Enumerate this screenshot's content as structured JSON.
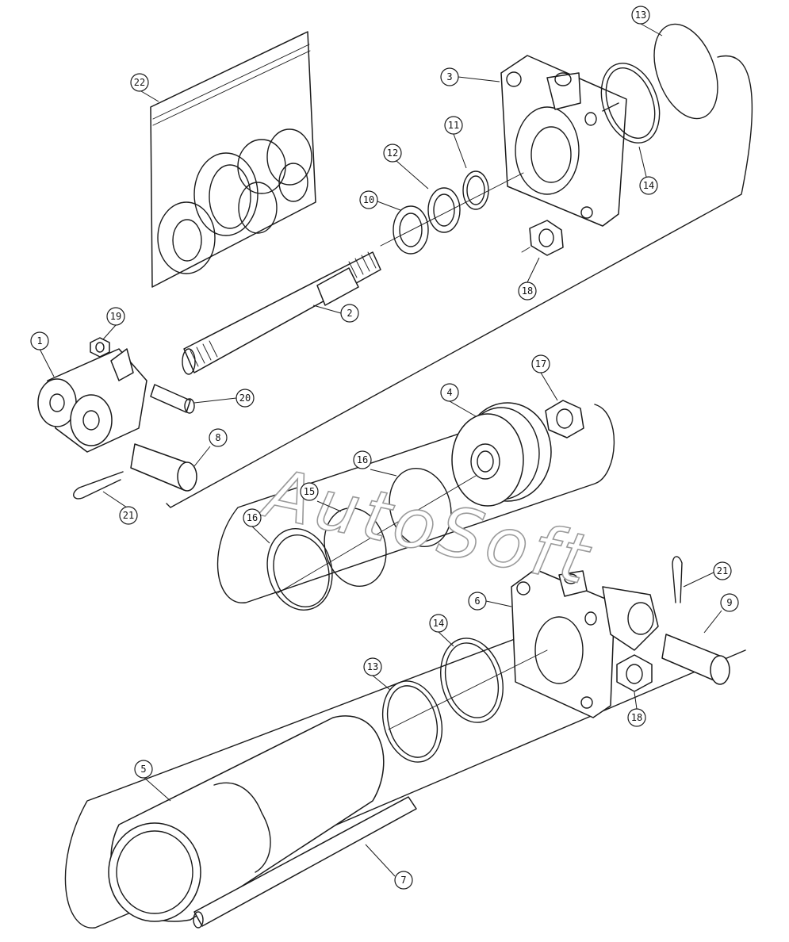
{
  "watermark": "AutoSoft",
  "callouts": [
    {
      "id": "c1",
      "label": "1"
    },
    {
      "id": "c2",
      "label": "2"
    },
    {
      "id": "c3",
      "label": "3"
    },
    {
      "id": "c4",
      "label": "4"
    },
    {
      "id": "c5",
      "label": "5"
    },
    {
      "id": "c6",
      "label": "6"
    },
    {
      "id": "c7",
      "label": "7"
    },
    {
      "id": "c8",
      "label": "8"
    },
    {
      "id": "c9",
      "label": "9"
    },
    {
      "id": "c10",
      "label": "10"
    },
    {
      "id": "c11",
      "label": "11"
    },
    {
      "id": "c12",
      "label": "12"
    },
    {
      "id": "c13a",
      "label": "13"
    },
    {
      "id": "c13b",
      "label": "13"
    },
    {
      "id": "c14a",
      "label": "14"
    },
    {
      "id": "c14b",
      "label": "14"
    },
    {
      "id": "c15",
      "label": "15"
    },
    {
      "id": "c16a",
      "label": "16"
    },
    {
      "id": "c16b",
      "label": "16"
    },
    {
      "id": "c17",
      "label": "17"
    },
    {
      "id": "c18a",
      "label": "18"
    },
    {
      "id": "c18b",
      "label": "18"
    },
    {
      "id": "c19",
      "label": "19"
    },
    {
      "id": "c20",
      "label": "20"
    },
    {
      "id": "c21a",
      "label": "21"
    },
    {
      "id": "c21b",
      "label": "21"
    },
    {
      "id": "c22",
      "label": "22"
    }
  ]
}
